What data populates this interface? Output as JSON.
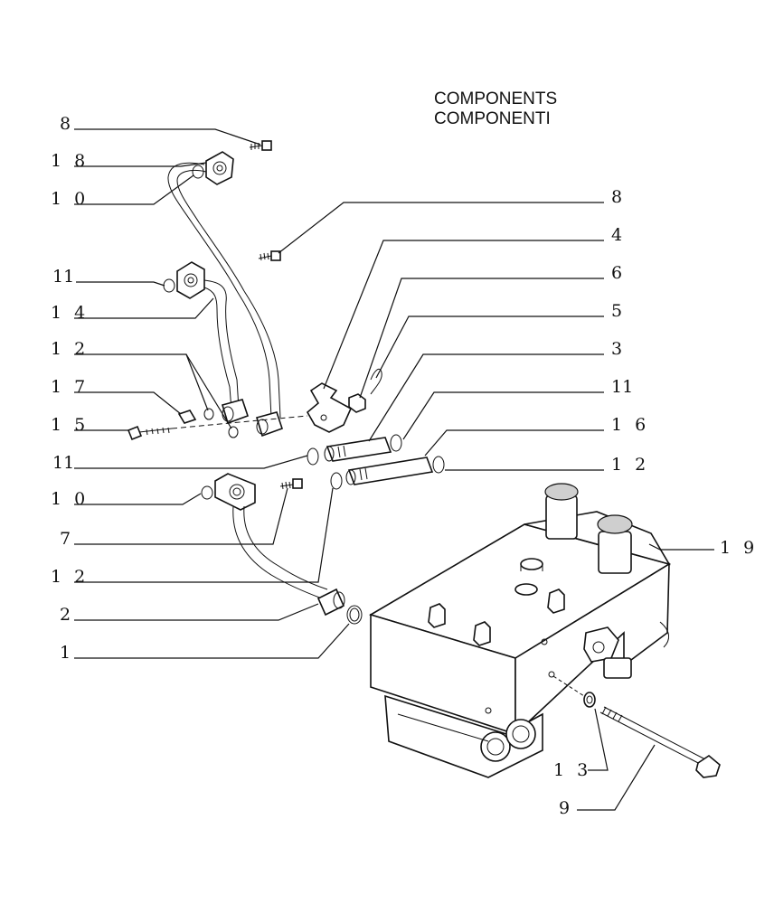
{
  "title": {
    "line1": "COMPONENTS",
    "line2": "COMPONENTI"
  },
  "callouts": [
    {
      "id": "l8a",
      "text": "8"
    },
    {
      "id": "l18",
      "text": "1 8"
    },
    {
      "id": "l10a",
      "text": "1 0"
    },
    {
      "id": "l11a",
      "text": "11"
    },
    {
      "id": "l14",
      "text": "1 4"
    },
    {
      "id": "l12a",
      "text": "1 2"
    },
    {
      "id": "l17",
      "text": "1 7"
    },
    {
      "id": "l15",
      "text": "1 5"
    },
    {
      "id": "l11b",
      "text": "11"
    },
    {
      "id": "l10b",
      "text": "1 0"
    },
    {
      "id": "l7",
      "text": "7"
    },
    {
      "id": "l12b",
      "text": "1 2"
    },
    {
      "id": "l2",
      "text": "2"
    },
    {
      "id": "l1",
      "text": "1"
    },
    {
      "id": "r8",
      "text": "8"
    },
    {
      "id": "r4",
      "text": "4"
    },
    {
      "id": "r6",
      "text": "6"
    },
    {
      "id": "r5",
      "text": "5"
    },
    {
      "id": "r3",
      "text": "3"
    },
    {
      "id": "r11",
      "text": "11"
    },
    {
      "id": "r16",
      "text": "1 6"
    },
    {
      "id": "r12",
      "text": "1 2"
    },
    {
      "id": "r19",
      "text": "1 9"
    },
    {
      "id": "b13",
      "text": "1 3"
    },
    {
      "id": "b9",
      "text": "9"
    }
  ]
}
